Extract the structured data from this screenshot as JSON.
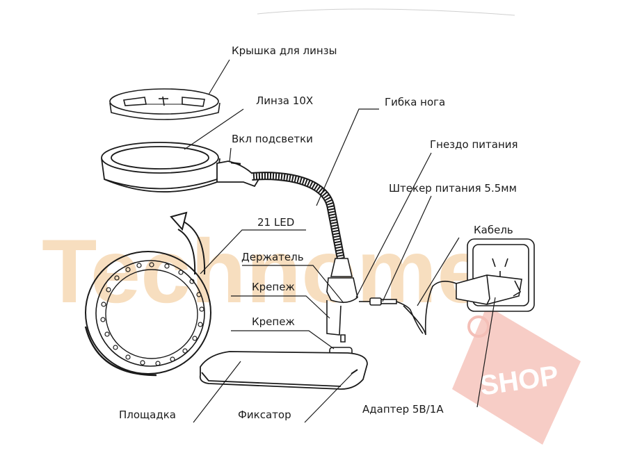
{
  "watermark": {
    "brand": "Technome",
    "shop": "SHOP",
    "brand_color": "#f6d9b4",
    "shop_color": "#f2b4aa"
  },
  "labels": {
    "lens_cover": "Крышка для линзы",
    "lens": "Линза 10Х",
    "light_switch": "Вкл подсветки",
    "flex_leg": "Гибка нога",
    "power_jack": "Гнездо питания",
    "power_plug": "Штекер питания 5.5мм",
    "cable": "Кабель",
    "led": "21 LED",
    "holder": "Держатель",
    "mount_top": "Крепеж",
    "mount_bottom": "Крепеж",
    "platform": "Площадка",
    "clamp": "Фиксатор",
    "adapter": "Адаптер 5В/1А"
  }
}
